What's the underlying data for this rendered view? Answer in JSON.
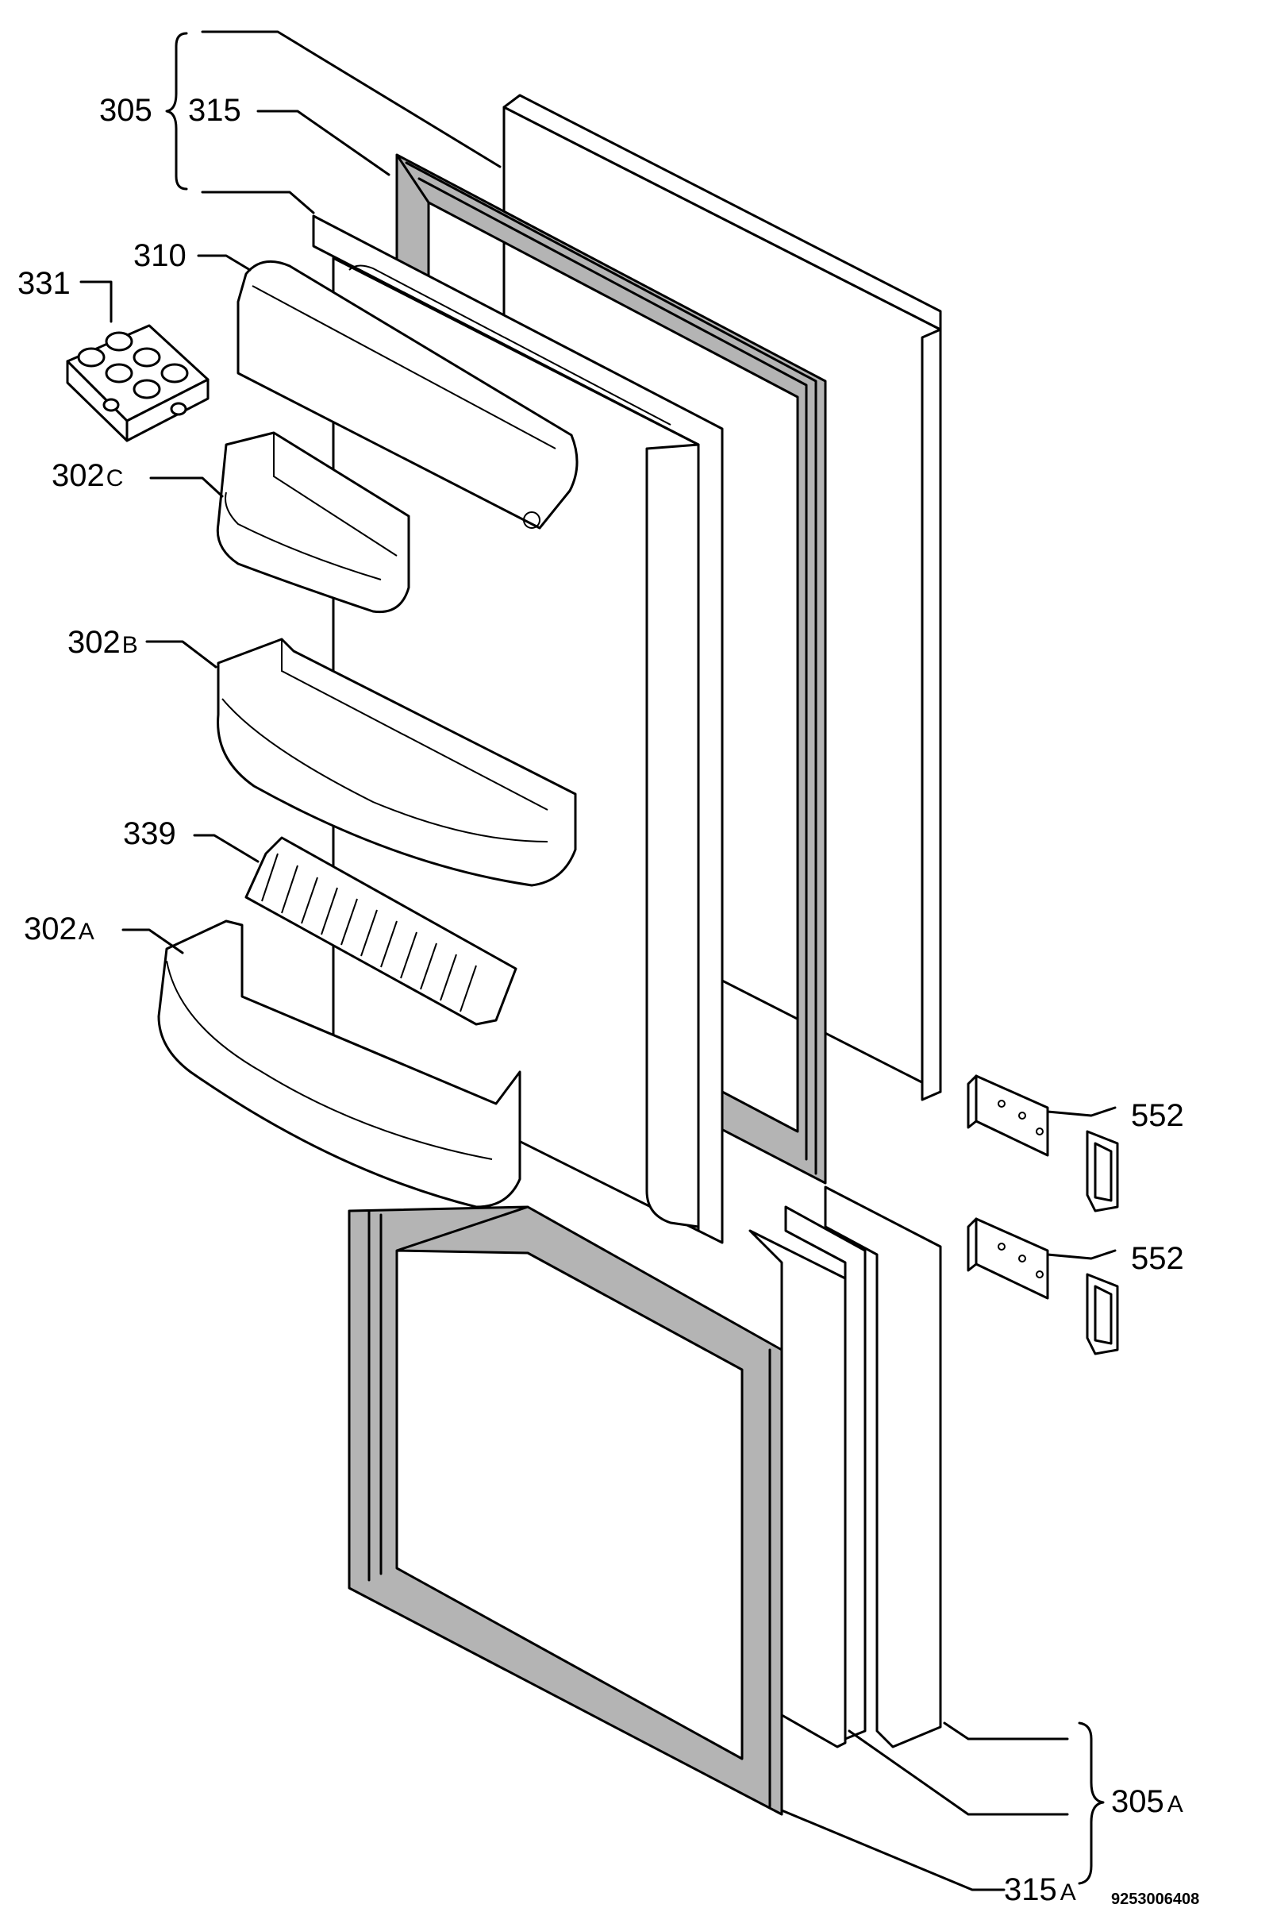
{
  "callouts": {
    "p305": "305",
    "p315": "315",
    "p310": "310",
    "p331": "331",
    "p302c_num": "302",
    "p302c_suffix": "C",
    "p302b_num": "302",
    "p302b_suffix": "B",
    "p339": "339",
    "p302a_num": "302",
    "p302a_suffix": "A",
    "p552_upper": "552",
    "p552_lower": "552",
    "p305a_num": "305",
    "p305a_suffix": "A",
    "p315a_num": "315",
    "p315a_suffix": "A"
  },
  "drawing_code": "9253006408"
}
